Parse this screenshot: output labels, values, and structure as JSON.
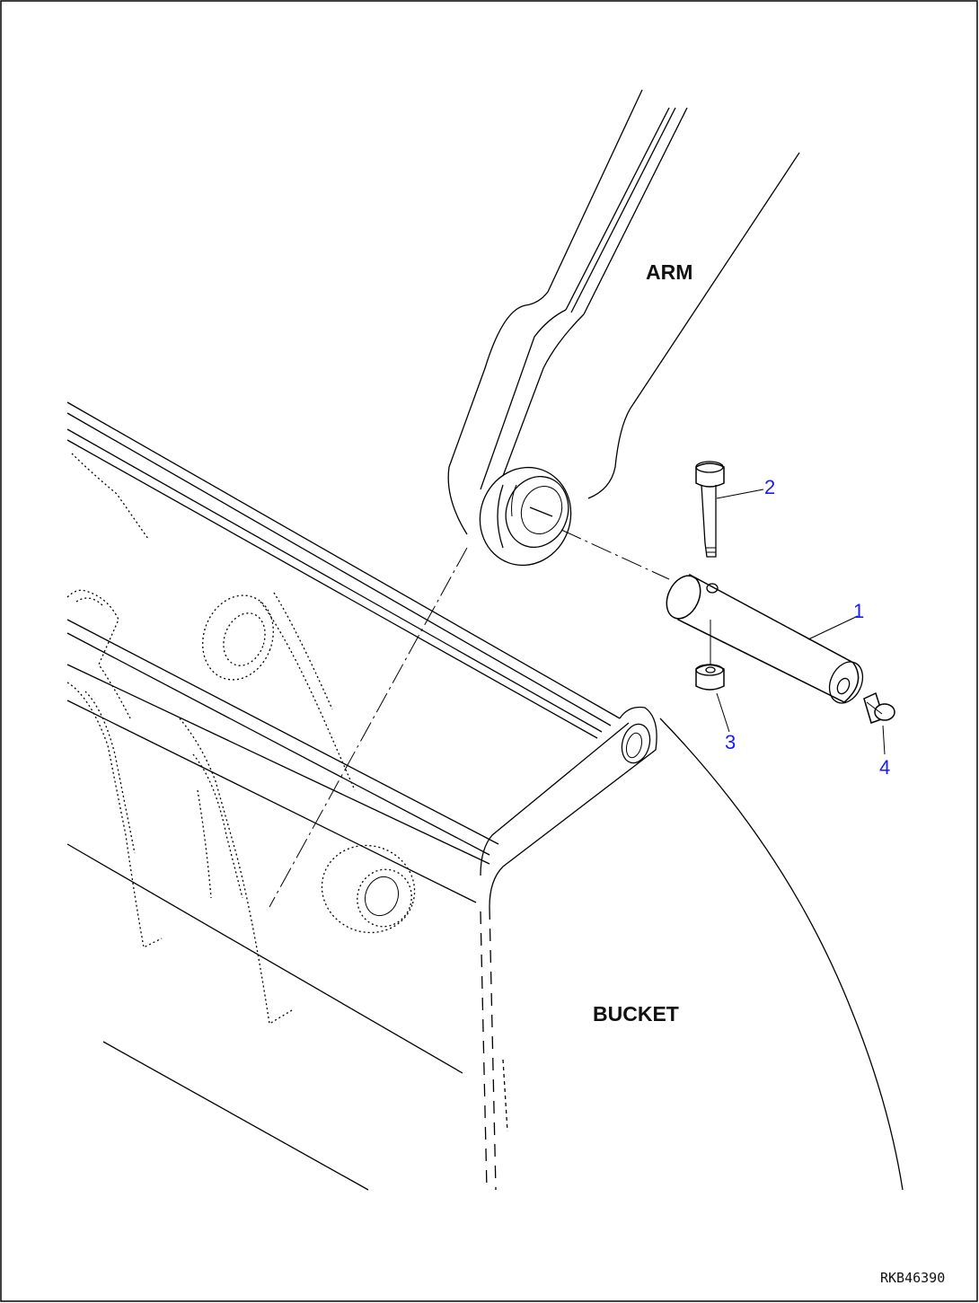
{
  "labels": {
    "arm": "ARM",
    "bucket": "BUCKET",
    "ref_code": "RKB46390"
  },
  "parts": [
    {
      "number": "1",
      "name": "pin"
    },
    {
      "number": "2",
      "name": "bolt"
    },
    {
      "number": "3",
      "name": "nut"
    },
    {
      "number": "4",
      "name": "grease-fitting"
    }
  ],
  "colors": {
    "part_label": "#1a1aff",
    "lines": "#000000",
    "background": "#ffffff"
  }
}
